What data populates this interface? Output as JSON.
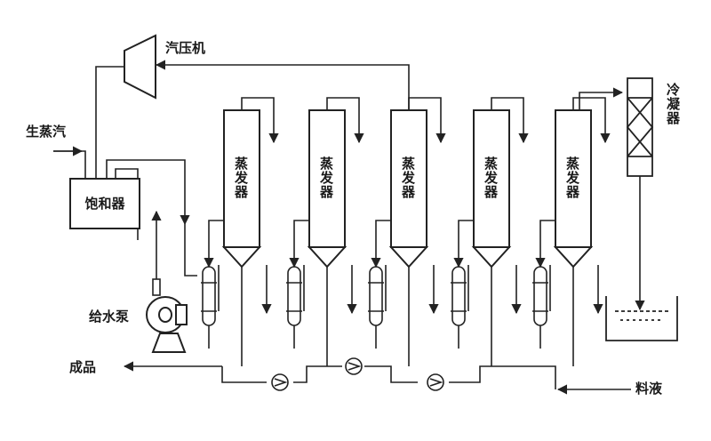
{
  "labels": {
    "compressor": "汽压机",
    "live_steam": "生蒸汽",
    "saturator": "饱和器",
    "feed_pump": "给水泵",
    "product": "成品",
    "feed_liquid": "料液",
    "condenser": "冷凝器",
    "evaporator": "蒸发器"
  },
  "evaporators": [
    {
      "label": "蒸发器"
    },
    {
      "label": "蒸发器"
    },
    {
      "label": "蒸发器"
    },
    {
      "label": "蒸发器"
    },
    {
      "label": "蒸发器"
    }
  ],
  "colors": {
    "line": "#222222",
    "background": "#ffffff"
  }
}
